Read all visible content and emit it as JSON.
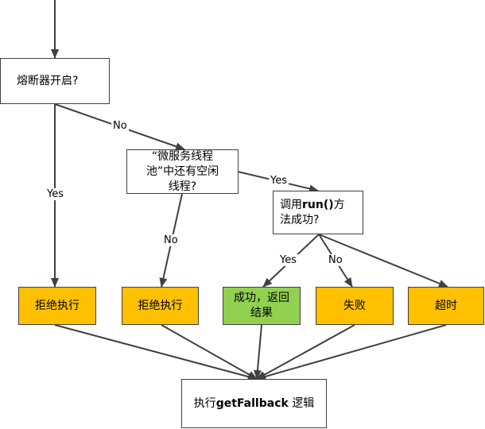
{
  "nodes": {
    "breaker_open": "熔断器开启?",
    "pool_free_line1": "“微服务线程",
    "pool_free_line2": "池”中还有空闲",
    "pool_free_line3": "线程?",
    "run_prefix": "调用",
    "run_bold": "run()",
    "run_suffix_line1": "方",
    "run_line2": "法成功?",
    "reject_left": "拒绝执行",
    "reject_middle": "拒绝执行",
    "success_line1": "成功，返回",
    "success_line2": "结果",
    "failure": "失败",
    "timeout": "超时",
    "fallback_prefix": "执行",
    "fallback_bold": "getFallback",
    "fallback_suffix": " 逻辑"
  },
  "edges": {
    "breaker_no": "No",
    "breaker_yes": "Yes",
    "pool_yes": "Yes",
    "pool_no": "No",
    "run_yes": "Yes",
    "run_no": "No"
  },
  "colors": {
    "orange_fill": "#ffc000",
    "green_fill": "#92d050",
    "line": "#404040"
  }
}
